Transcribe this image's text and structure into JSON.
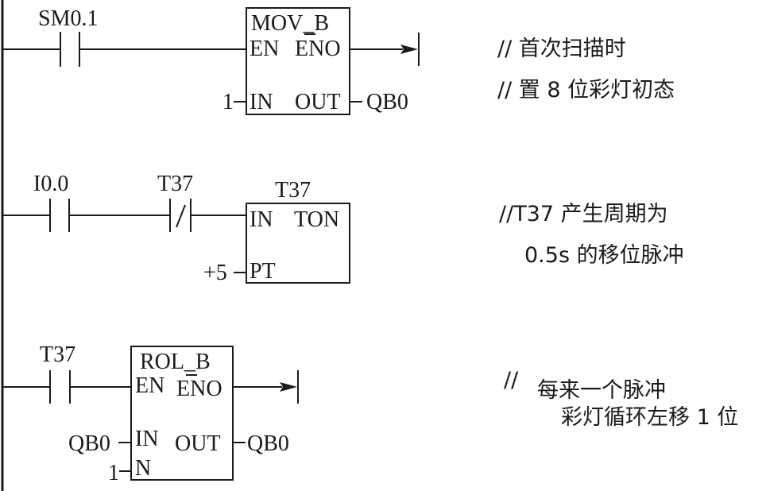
{
  "rungs": [
    {
      "contacts": [
        "SM0.1"
      ],
      "box": {
        "title": "MOV_B",
        "en": "EN",
        "eno": "ENO",
        "in": "IN",
        "out": "OUT"
      },
      "in_value": "1",
      "out_value": "QB0",
      "comment": [
        "// 首次扫描时",
        "// 置 8 位彩灯初态"
      ]
    },
    {
      "contacts": [
        "I0.0",
        "T37"
      ],
      "box": {
        "name": "T37",
        "in": "IN",
        "type": "TON",
        "pt": "PT"
      },
      "pt_value": "+5",
      "comment": [
        "//T37  产生周期为",
        "0.5s  的移位脉冲"
      ]
    },
    {
      "contacts": [
        "T37"
      ],
      "box": {
        "title": "ROL_B",
        "en": "EN",
        "eno": "ENO",
        "in": "IN",
        "out": "OUT",
        "n": "N"
      },
      "in_value": "QB0",
      "out_value": "QB0",
      "n_value": "1",
      "comment": [
        "//",
        "每来一个脉冲",
        "彩灯循环左移 1 位"
      ]
    }
  ]
}
